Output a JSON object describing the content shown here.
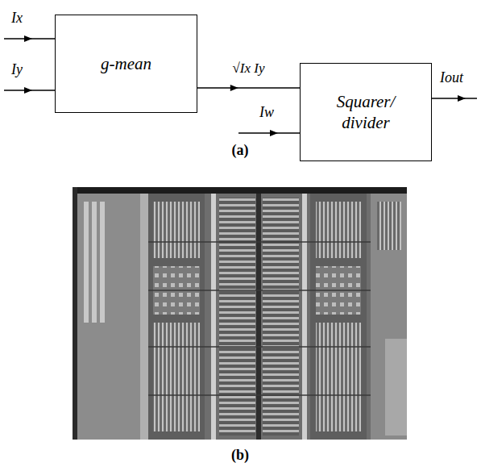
{
  "diagram": {
    "nodes": [
      {
        "text": [
          "g-mean"
        ]
      },
      {
        "text": [
          "Squarer/ divider"
        ]
      }
    ],
    "edges": [
      {
        "from": 0,
        "to": 1,
        "arrow": "to",
        "label": "√Ix Iy"
      }
    ],
    "labels": [
      "Ix",
      "Iy",
      "Iw",
      "Iout",
      "(a)",
      "(b)"
    ]
  }
}
